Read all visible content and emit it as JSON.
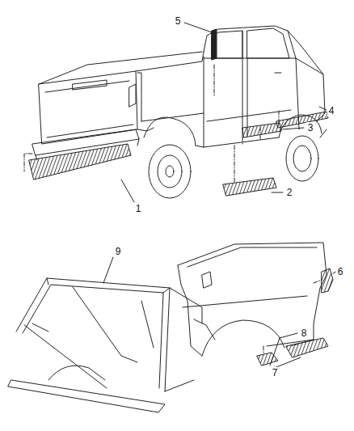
{
  "diagram": {
    "labels": [
      "5",
      "4",
      "3",
      "2",
      "1",
      "9",
      "6",
      "8",
      "7"
    ]
  }
}
